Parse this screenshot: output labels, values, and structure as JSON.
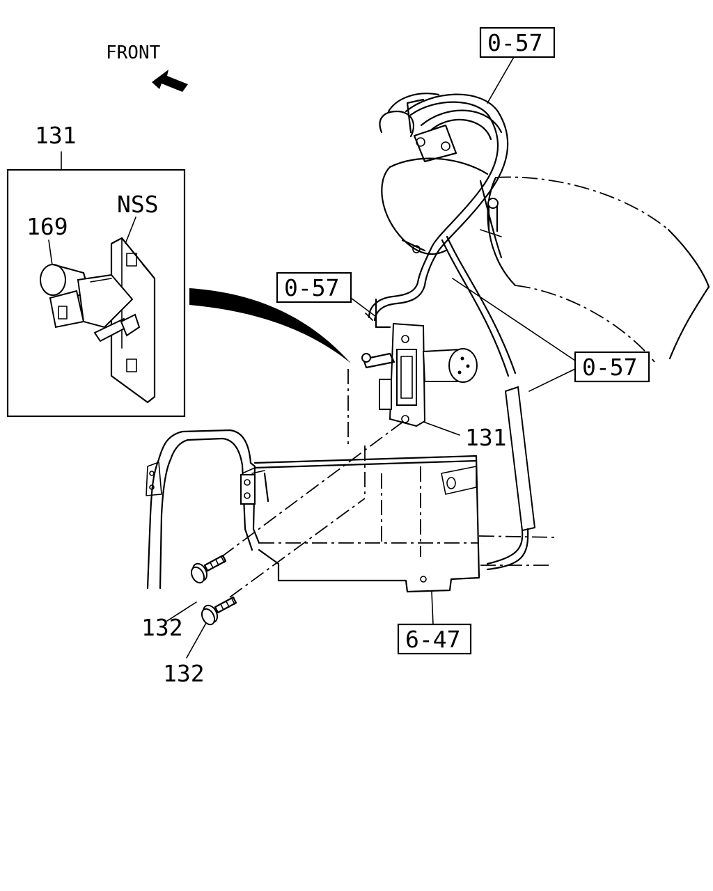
{
  "front_label": "FRONT",
  "callouts": {
    "ref_top": "0-57",
    "ref_mid": "0-57",
    "ref_right": "0-57",
    "ref_bottom": "6-47",
    "part_131_inset": "131",
    "part_131_main": "131",
    "part_132_a": "132",
    "part_132_b": "132",
    "part_169": "169",
    "nss": "NSS"
  }
}
